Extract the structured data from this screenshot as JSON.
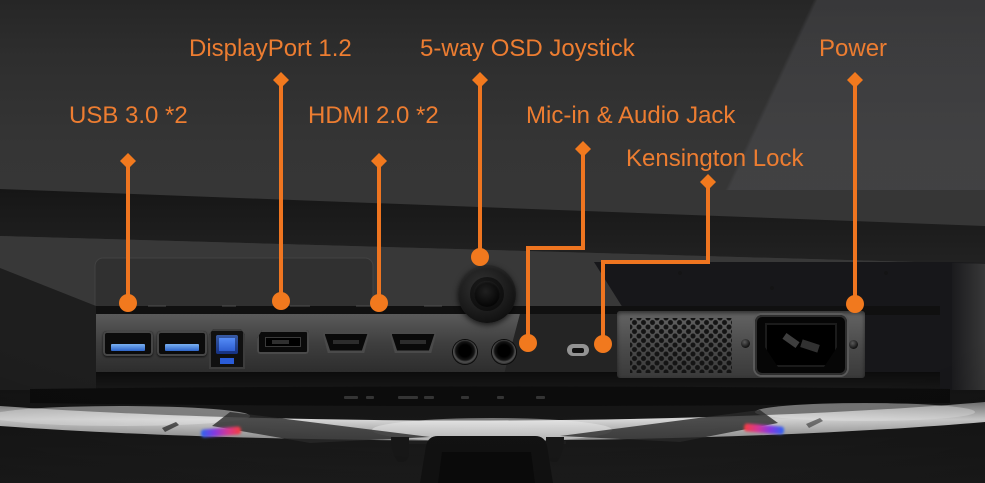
{
  "title": "Monitor rear I/O callout diagram",
  "accent": {
    "label_color": "#ED7D31",
    "line_color": "#EF7520"
  },
  "labels": [
    {
      "id": "usb",
      "text": "USB 3.0 *2"
    },
    {
      "id": "displayport",
      "text": "DisplayPort 1.2"
    },
    {
      "id": "hdmi",
      "text": "HDMI 2.0 *2"
    },
    {
      "id": "joystick",
      "text": "5-way OSD Joystick"
    },
    {
      "id": "mic",
      "text": "Mic-in & Audio Jack"
    },
    {
      "id": "kensington",
      "text": "Kensington Lock"
    },
    {
      "id": "power",
      "text": "Power"
    }
  ],
  "ports": [
    {
      "icon": "usb-a-port-icon",
      "count": 2
    },
    {
      "icon": "usb-b-port-icon",
      "count": 1
    },
    {
      "icon": "displayport-port-icon",
      "count": 1
    },
    {
      "icon": "hdmi-port-icon",
      "count": 2
    },
    {
      "icon": "audio-jack-icon",
      "count": 2
    },
    {
      "icon": "kensington-slot-icon",
      "count": 1
    },
    {
      "icon": "osd-joystick-icon",
      "count": 1
    },
    {
      "icon": "power-inlet-icon",
      "count": 1
    }
  ]
}
